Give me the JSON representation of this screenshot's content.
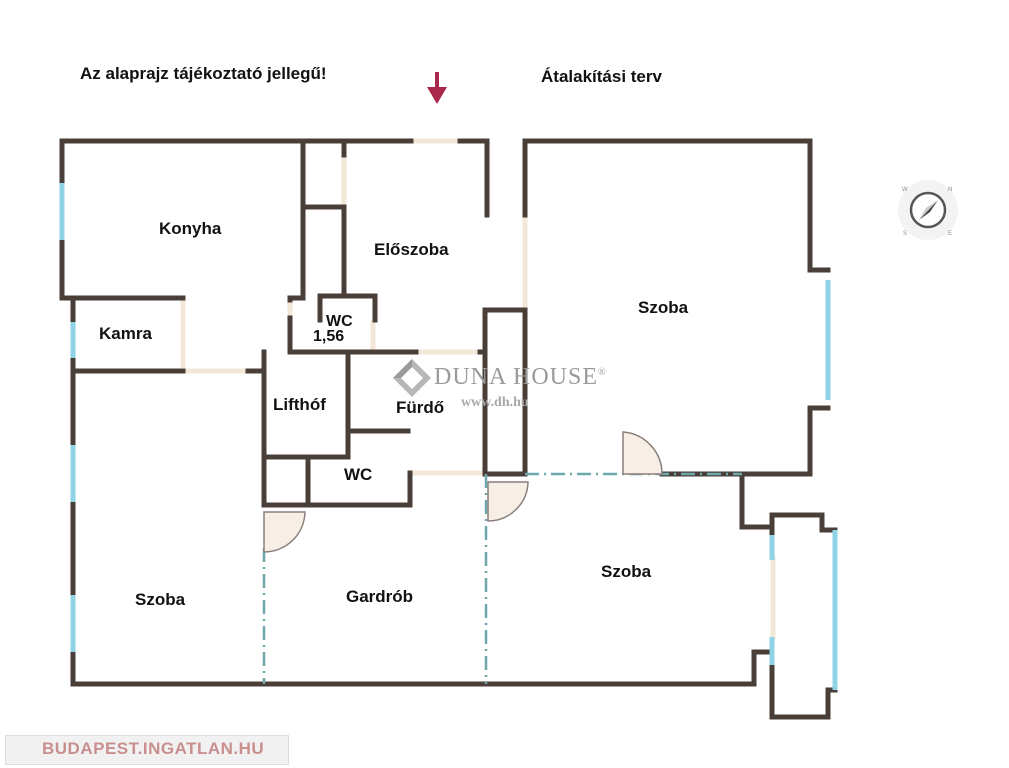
{
  "notes": {
    "disclaimer": "Az alaprajz tájékoztató jellegű!",
    "plan_title": "Átalakítási terv"
  },
  "rooms": {
    "konyha": "Konyha",
    "eloszoba": "Előszoba",
    "kamra": "Kamra",
    "wc_upper": "WC",
    "wc_upper_area": "1,56",
    "lifthof": "Lifthóf",
    "furdo": "Fürdő",
    "wc_lower": "WC",
    "szoba_right_upper": "Szoba",
    "szoba_left": "Szoba",
    "gardrob": "Gardrób",
    "szoba_right_lower": "Szoba"
  },
  "watermark": {
    "brand": "DUNA HOUSE",
    "registered": "®",
    "url": "www.dh.hu"
  },
  "footer": {
    "site": "BUDAPEST.INGATLAN.HU"
  },
  "colors": {
    "wall": "#4a3e38",
    "window": "#8fd3e6",
    "opening": "#f3e7d8",
    "partition": "#6ea8ad",
    "entrance_arrow": "#a8274a"
  }
}
